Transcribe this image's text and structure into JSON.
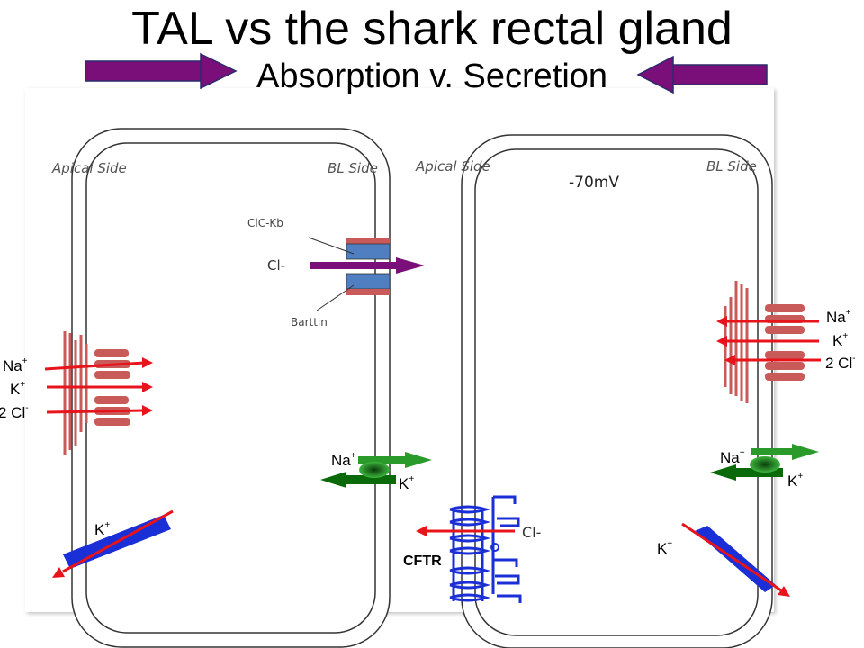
{
  "title": "TAL vs the shark rectal gland",
  "subtitle": "Absorption v. Secretion",
  "colors": {
    "arrow_purple": "#7a0f7a",
    "ion_red": "#e8141b",
    "transporter_red": "#c85a5a",
    "pump_green": "#2a9a2a",
    "channel_blue": "#1a2fd6",
    "clc_blue": "#4f7fc0"
  },
  "left_cell": {
    "apical_label": "Apical Side",
    "bl_label": "BL Side",
    "nkcc": {
      "na": "Na",
      "k": "K",
      "cl": "2 Cl",
      "plus": "+",
      "minus": "-"
    },
    "clc_label": "ClC-Kb",
    "barttin_label": "Barttin",
    "cl_label": "Cl-",
    "pump": {
      "na": "Na",
      "k": "K",
      "plus": "+"
    },
    "channel_k": {
      "k": "K",
      "plus": "+"
    }
  },
  "right_cell": {
    "apical_label": "Apical Side",
    "bl_label": "BL Side",
    "voltage": "-70mV",
    "nkcc": {
      "na": "Na",
      "k": "K",
      "cl": "2 Cl",
      "plus": "+",
      "minus": "-"
    },
    "pump": {
      "na": "Na",
      "k": "K",
      "plus": "+"
    },
    "cftr_label": "CFTR",
    "cl_label": "Cl-",
    "channel_k": {
      "k": "K",
      "plus": "+"
    }
  }
}
